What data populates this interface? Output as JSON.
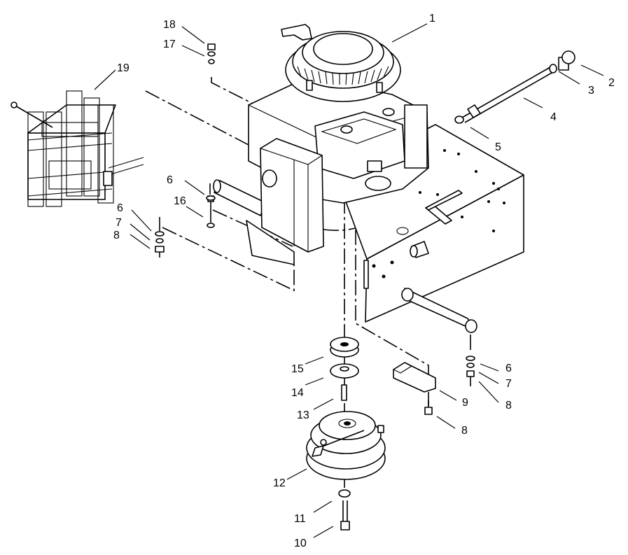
{
  "callouts": [
    {
      "id": "c1",
      "text": "1"
    },
    {
      "id": "c2",
      "text": "2"
    },
    {
      "id": "c3",
      "text": "3"
    },
    {
      "id": "c4",
      "text": "4"
    },
    {
      "id": "c5",
      "text": "5"
    },
    {
      "id": "c6a",
      "text": "6"
    },
    {
      "id": "c6b",
      "text": "6"
    },
    {
      "id": "c6c",
      "text": "6"
    },
    {
      "id": "c7a",
      "text": "7"
    },
    {
      "id": "c7b",
      "text": "7"
    },
    {
      "id": "c8a",
      "text": "8"
    },
    {
      "id": "c8b",
      "text": "8"
    },
    {
      "id": "c8c",
      "text": "8"
    },
    {
      "id": "c9",
      "text": "9"
    },
    {
      "id": "c10",
      "text": "10"
    },
    {
      "id": "c11",
      "text": "11"
    },
    {
      "id": "c12",
      "text": "12"
    },
    {
      "id": "c13",
      "text": "13"
    },
    {
      "id": "c14",
      "text": "14"
    },
    {
      "id": "c15",
      "text": "15"
    },
    {
      "id": "c16",
      "text": "16"
    },
    {
      "id": "c17",
      "text": "17"
    },
    {
      "id": "c18",
      "text": "18"
    },
    {
      "id": "c19",
      "text": "19"
    }
  ]
}
